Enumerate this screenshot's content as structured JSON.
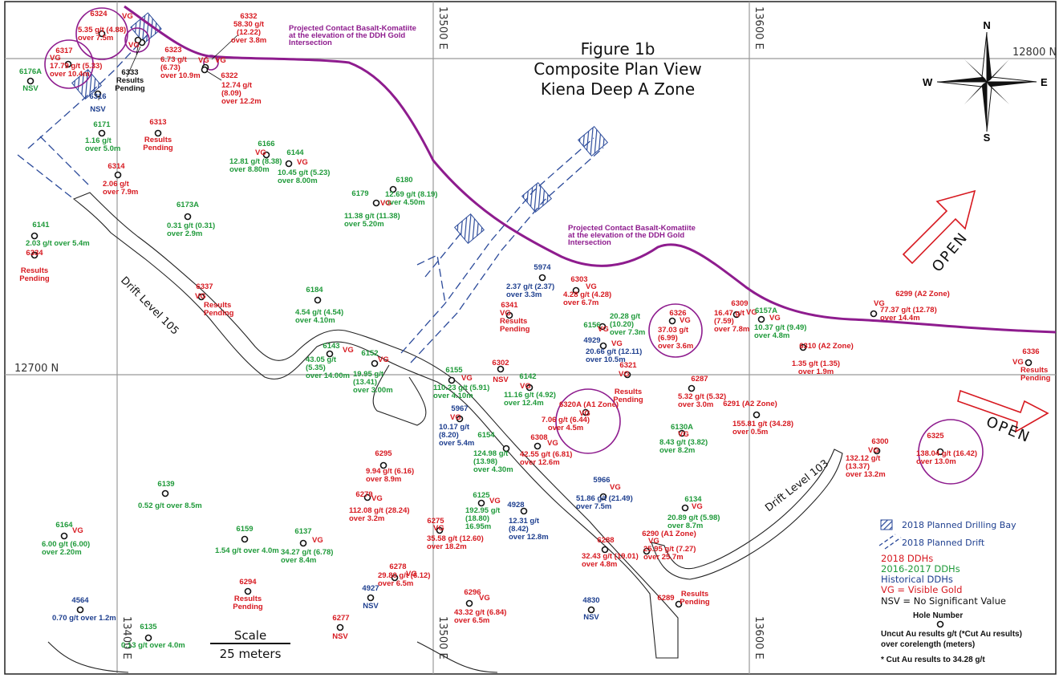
{
  "figure": {
    "number": "Figure 1b",
    "title_line1": "Composite Plan View",
    "title_line2": "Kiena Deep A Zone"
  },
  "grid_labels": {
    "e13400": "13400 E",
    "e13500": "13500 E",
    "e13600": "13600 E",
    "n12700": "12700 N",
    "n12800": "12800 N"
  },
  "compass": {
    "n": "N",
    "s": "S",
    "e": "E",
    "w": "W"
  },
  "contact_label": "Projected Contact Basalt-Komatiite at the elevation of the DDH Gold Intersection",
  "drifts": {
    "level105": "Drift Level 105",
    "level103": "Drift Level 103"
  },
  "open_label": "OPEN",
  "scale": {
    "title": "Scale",
    "value": "25 meters"
  },
  "legend": {
    "bay": "2018 Planned Drilling Bay",
    "drift": "2018 Planned Drift",
    "ddh2018": "2018 DDHs",
    "ddh2016": "2016-2017 DDHs",
    "historical": "Historical DDHs",
    "vg": "VG = Visible Gold",
    "nsv": "NSV = No Significant Value",
    "hole_number": "Hole Number",
    "uncut": "Uncut Au results g/t (*Cut Au results)",
    "corelength": "over corelength (meters)",
    "cut_note": "* Cut Au results to 34.28 g/t"
  },
  "colors": {
    "red": "#d71920",
    "green": "#1f9a3a",
    "blue": "#1e3f8f",
    "purple": "#8e1c8e",
    "black": "#111111",
    "bay_blue": "#2b4a9a"
  },
  "holes": [
    {
      "id": "6324",
      "color": "red",
      "vg": true,
      "lines": [
        "5.35 g/t (4.88)",
        "over 7.5m"
      ]
    },
    {
      "id": "6317",
      "color": "red",
      "vg": true,
      "lines": [
        "17.79 g/t (5.33)",
        "over 10.4m"
      ]
    },
    {
      "id": "6176A",
      "color": "green",
      "vg": false,
      "lines": [
        "NSV"
      ]
    },
    {
      "id": "6316",
      "color": "blue",
      "vg": false,
      "lines": [
        "NSV"
      ]
    },
    {
      "id": "6333",
      "color": "black",
      "vg": false,
      "lines": [
        "Results",
        "Pending"
      ]
    },
    {
      "id": "6323",
      "color": "red",
      "vg": true,
      "lines": [
        "6.73 g/t",
        "(6.73)",
        "over 10.9m"
      ]
    },
    {
      "id": "6332",
      "color": "red",
      "vg": true,
      "lines": [
        "58.30 g/t",
        "(12.22)",
        "over 3.8m"
      ]
    },
    {
      "id": "6322",
      "color": "red",
      "vg": true,
      "lines": [
        "12.74 g/t",
        "(8.09)",
        "over 12.2m"
      ]
    },
    {
      "id": "6171",
      "color": "green",
      "vg": false,
      "lines": [
        "1.16 g/t",
        "over 5.0m"
      ]
    },
    {
      "id": "6313",
      "color": "red",
      "vg": false,
      "lines": [
        "Results",
        "Pending"
      ]
    },
    {
      "id": "6314",
      "color": "red",
      "vg": false,
      "lines": [
        "2.06 g/t",
        "over 7.9m"
      ]
    },
    {
      "id": "6166",
      "color": "green",
      "vg": true,
      "lines": [
        "12.81 g/t (8.38)",
        "over 8.80m"
      ]
    },
    {
      "id": "6144",
      "color": "green",
      "vg": true,
      "lines": [
        "10.45 g/t (5.23)",
        "over 8.00m"
      ]
    },
    {
      "id": "6180",
      "color": "green",
      "vg": false,
      "lines": [
        "12.69 g/t (8.19)",
        "over 4.50m"
      ]
    },
    {
      "id": "6179",
      "color": "green",
      "vg": true,
      "lines": [
        "11.38 g/t (11.38)",
        "over 5.20m"
      ]
    },
    {
      "id": "6173A",
      "color": "green",
      "vg": false,
      "lines": [
        "0.31 g/t (0.31)",
        "over 2.9m"
      ]
    },
    {
      "id": "6141",
      "color": "green",
      "vg": false,
      "lines": [
        "2.03 g/t over 5.4m"
      ]
    },
    {
      "id": "6334",
      "color": "red",
      "vg": false,
      "lines": [
        "Results",
        "Pending"
      ]
    },
    {
      "id": "6337",
      "color": "red",
      "vg": true,
      "lines": [
        "Results",
        "Pending"
      ]
    },
    {
      "id": "6184",
      "color": "green",
      "vg": false,
      "lines": [
        "4.54 g/t (4.54)",
        "over 4.10m"
      ]
    },
    {
      "id": "5974",
      "color": "blue",
      "vg": false,
      "lines": [
        "2.37 g/t (2.37)",
        "over 3.3m"
      ]
    },
    {
      "id": "6303",
      "color": "red",
      "vg": true,
      "lines": [
        "4.28 g/t (4.28)",
        "over 6.7m"
      ]
    },
    {
      "id": "6341",
      "color": "red",
      "vg": true,
      "lines": [
        "Results",
        "Pending"
      ]
    },
    {
      "id": "6156",
      "color": "green",
      "vg": true,
      "lines": [
        "20.28 g/t",
        "(10.20)",
        "over 7.3m"
      ]
    },
    {
      "id": "4929",
      "color": "blue",
      "vg": true,
      "lines": [
        "20.66 g/t (12.11)",
        "over 10.5m"
      ]
    },
    {
      "id": "6326",
      "color": "red",
      "vg": true,
      "lines": [
        "37.03 g/t",
        "(6.99)",
        "over 3.6m"
      ]
    },
    {
      "id": "6309",
      "color": "red",
      "vg": true,
      "lines": [
        "16.47 g/t",
        "(7.59)",
        "over 7.8m"
      ]
    },
    {
      "id": "6157A",
      "color": "green",
      "vg": true,
      "lines": [
        "10.37 g/t (9.49)",
        "over 4.8m"
      ]
    },
    {
      "id": "6299 (A2 Zone)",
      "color": "red",
      "vg": true,
      "lines": [
        "77.37 g/t (12.78)",
        "over 14.4m"
      ]
    },
    {
      "id": "6310 (A2 Zone)",
      "color": "red",
      "vg": false,
      "lines": [
        "1.35 g/t (1.35)",
        "over 1.9m"
      ]
    },
    {
      "id": "6336",
      "color": "red",
      "vg": true,
      "lines": [
        "Results",
        "Pending"
      ]
    },
    {
      "id": "6143",
      "color": "green",
      "vg": true,
      "lines": [
        "43.05 g/t",
        "(5.35)",
        "over 14.00m"
      ]
    },
    {
      "id": "6152",
      "color": "green",
      "vg": true,
      "lines": [
        "19.95 g/t",
        "(13.41)",
        "over 3.00m"
      ]
    },
    {
      "id": "6155",
      "color": "green",
      "vg": true,
      "lines": [
        "110.23 g/t (5.91)",
        "over 4.10m"
      ]
    },
    {
      "id": "6302",
      "color": "red",
      "vg": false,
      "lines": [
        "NSV"
      ]
    },
    {
      "id": "6142",
      "color": "green",
      "vg": true,
      "lines": [
        "11.16 g/t (4.92)",
        "over 12.4m"
      ]
    },
    {
      "id": "6321",
      "color": "red",
      "vg": true,
      "lines": [
        "Results",
        "Pending"
      ]
    },
    {
      "id": "6287",
      "color": "red",
      "vg": false,
      "lines": [
        "5.32 g/t (5.32)",
        "over 3.0m"
      ]
    },
    {
      "id": "6291 (A2 Zone)",
      "color": "red",
      "vg": false,
      "lines": [
        "155.81 g/t (34.28)",
        "over 0.5m"
      ]
    },
    {
      "id": "6320A (A1 Zone)",
      "color": "red",
      "vg": true,
      "lines": [
        "7.06 g/t (6.44)",
        "over 4.5m"
      ]
    },
    {
      "id": "5967",
      "color": "blue",
      "vg": true,
      "lines": [
        "10.17 g/t",
        "(8.20)",
        "over 5.4m"
      ]
    },
    {
      "id": "6130A",
      "color": "green",
      "vg": true,
      "lines": [
        "8.43 g/t (3.82)",
        "over 8.2m"
      ]
    },
    {
      "id": "6154",
      "color": "green",
      "vg": false,
      "lines": [
        "124.98 g/t",
        "(13.98)",
        "over 4.30m"
      ]
    },
    {
      "id": "6308",
      "color": "red",
      "vg": true,
      "lines": [
        "42.55 g/t (6.81)",
        "over 12.6m"
      ]
    },
    {
      "id": "6295",
      "color": "red",
      "vg": false,
      "lines": [
        "9.94 g/t (6.16)",
        "over 8.9m"
      ]
    },
    {
      "id": "6300",
      "color": "red",
      "vg": true,
      "lines": [
        "132.12 g/t",
        "(13.37)",
        "over 13.2m"
      ]
    },
    {
      "id": "6325",
      "color": "red",
      "vg": false,
      "lines": [
        "138.04 g/t (16.42)",
        "over 13.0m"
      ]
    },
    {
      "id": "6139",
      "color": "green",
      "vg": false,
      "lines": [
        "0.52 g/t over 8.5m"
      ]
    },
    {
      "id": "6279",
      "color": "red",
      "vg": true,
      "lines": [
        "112.08 g/t (28.24)",
        "over 3.2m"
      ]
    },
    {
      "id": "6125",
      "color": "green",
      "vg": true,
      "lines": [
        "192.95 g/t",
        "(18.80)",
        "16.95m"
      ]
    },
    {
      "id": "4928",
      "color": "blue",
      "vg": false,
      "lines": [
        "12.31 g/t",
        "(8.42)",
        "over 12.8m"
      ]
    },
    {
      "id": "5966",
      "color": "blue",
      "vg": true,
      "lines": [
        "51.86 g/t (21.49)",
        "over 7.5m"
      ]
    },
    {
      "id": "6134",
      "color": "green",
      "vg": true,
      "lines": [
        "20.89 g/t (5.98)",
        "over 8.7m"
      ]
    },
    {
      "id": "6164",
      "color": "green",
      "vg": true,
      "lines": [
        "6.00 g/t (6.00)",
        "over 2.20m"
      ]
    },
    {
      "id": "6159",
      "color": "green",
      "vg": false,
      "lines": [
        "1.54 g/t over 4.0m"
      ]
    },
    {
      "id": "6137",
      "color": "green",
      "vg": true,
      "lines": [
        "34.27 g/t (6.78)",
        "over 8.4m"
      ]
    },
    {
      "id": "6275",
      "color": "red",
      "vg": true,
      "lines": [
        "35.58 g/t (12.60)",
        "over 18.2m"
      ]
    },
    {
      "id": "6288",
      "color": "red",
      "vg": false,
      "lines": [
        "32.43 g/t (19.01)",
        "over 4.8m"
      ]
    },
    {
      "id": "6290 (A1 Zone)",
      "color": "red",
      "vg": true,
      "lines": [
        "25.95 g/t (7.27)",
        "over 25.7m"
      ]
    },
    {
      "id": "6294",
      "color": "red",
      "vg": false,
      "lines": [
        "Results",
        "Pending"
      ]
    },
    {
      "id": "6278",
      "color": "red",
      "vg": true,
      "lines": [
        "29.80 g/t (6.12)",
        "over 6.5m"
      ]
    },
    {
      "id": "4927",
      "color": "blue",
      "vg": false,
      "lines": [
        "NSV"
      ]
    },
    {
      "id": "6296",
      "color": "red",
      "vg": true,
      "lines": [
        "43.32 g/t (6.84)",
        "over 6.5m"
      ]
    },
    {
      "id": "4830",
      "color": "blue",
      "vg": false,
      "lines": [
        "NSV"
      ]
    },
    {
      "id": "6289",
      "color": "red",
      "vg": false,
      "lines": [
        "Results",
        "Pending"
      ]
    },
    {
      "id": "4564",
      "color": "blue",
      "vg": false,
      "lines": [
        "0.70 g/t over 1.2m"
      ]
    },
    {
      "id": "6135",
      "color": "green",
      "vg": false,
      "lines": [
        "0.13 g/t over 4.0m"
      ]
    },
    {
      "id": "6277",
      "color": "red",
      "vg": false,
      "lines": [
        "NSV"
      ]
    }
  ]
}
